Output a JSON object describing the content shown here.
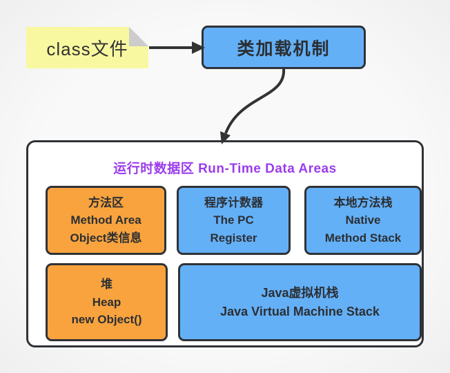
{
  "colors": {
    "background": "#f6f6f6",
    "panel_white": "#ffffff",
    "border_dark": "#2f3237",
    "text_dark": "#333333",
    "title_purple": "#9b3ceb",
    "box_blue": "#64b0f7",
    "box_orange": "#f8a33e",
    "note_yellow": "#f8f8a0",
    "fold_gray": "#cccccc",
    "arrow": "#333333"
  },
  "note": {
    "label": "class文件",
    "fill": "#f8f8a0"
  },
  "class_loader": {
    "label": "类加载机制",
    "fill": "#64b0f7"
  },
  "runtime_area": {
    "title": "运行时数据区 Run-Time Data Areas",
    "boxes": [
      {
        "id": "method-area",
        "fill": "#f8a33e",
        "lines": [
          "方法区",
          "Method Area",
          "Object类信息"
        ]
      },
      {
        "id": "pc-register",
        "fill": "#64b0f7",
        "lines": [
          "程序计数器",
          "The PC",
          "Register"
        ]
      },
      {
        "id": "native-method-stack",
        "fill": "#64b0f7",
        "lines": [
          "本地方法栈",
          "Native",
          "Method Stack"
        ]
      },
      {
        "id": "heap",
        "fill": "#f8a33e",
        "lines": [
          "堆",
          "Heap",
          "new Object()"
        ]
      },
      {
        "id": "jvm-stack",
        "fill": "#64b0f7",
        "lines": [
          "Java虚拟机栈",
          "Java Virtual Machine Stack"
        ]
      }
    ]
  }
}
